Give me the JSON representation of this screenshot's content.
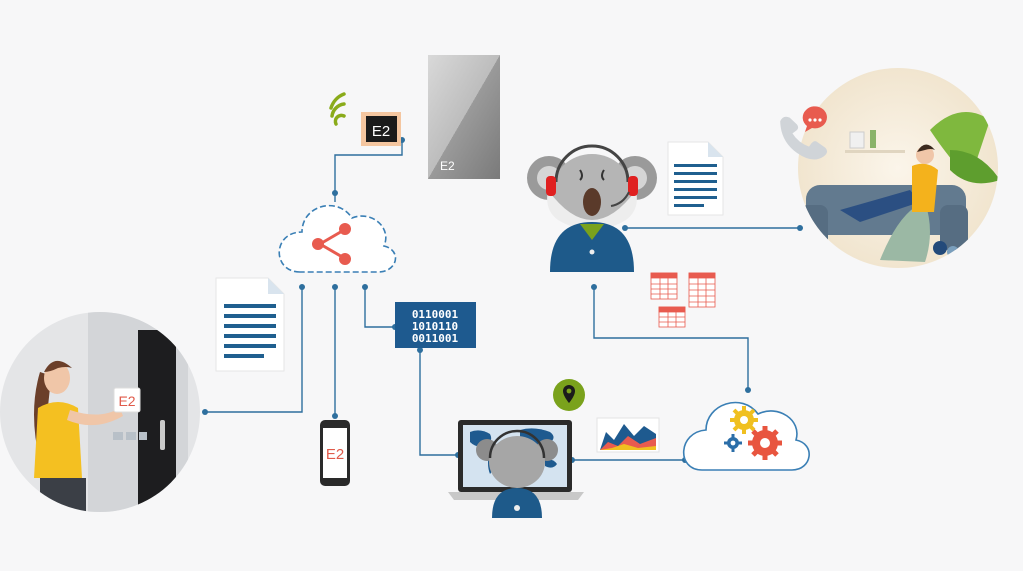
{
  "device_label": "E2",
  "device_brand": "",
  "binary_lines": [
    "0110001",
    "1010110",
    "0011001"
  ],
  "colors": {
    "connector": "#2e6f9e",
    "cloud_outline": "#3a7fb5",
    "doc_blue": "#1f5f8f",
    "share_red": "#e85b4f",
    "gear_yellow": "#f0c020",
    "gear_red": "#e8553f",
    "gear_blue": "#2b6ea8",
    "pin_green": "#7aa21c",
    "koala_vest": "#1e5a8a",
    "headset_red": "#e02020",
    "background": "#f7f7f8"
  },
  "icons": [
    "wifi-icon",
    "share-icon",
    "gear-icon",
    "location-pin-icon",
    "document-icon",
    "spreadsheet-icon",
    "binary-data-icon",
    "area-chart-icon",
    "world-map-icon",
    "chat-bubble-icon",
    "phone-icon"
  ]
}
